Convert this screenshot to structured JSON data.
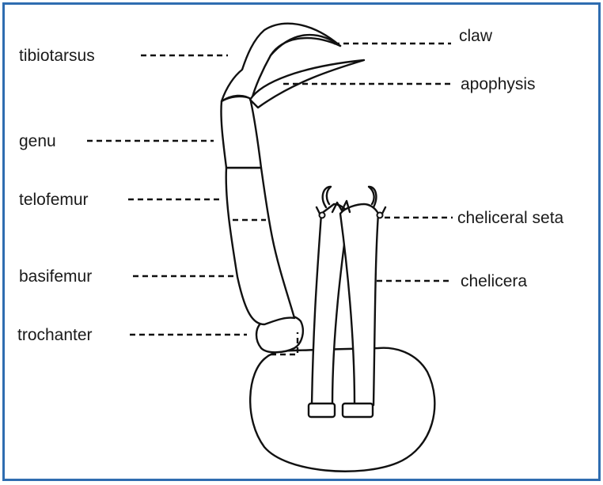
{
  "colors": {
    "frame": "#2f6db0",
    "ink": "#111111"
  },
  "labels": {
    "tibiotarsus": "tibiotarsus",
    "genu": "genu",
    "telofemur": "telofemur",
    "basifemur": "basifemur",
    "trochanter": "trochanter",
    "claw": "claw",
    "apophysis": "apophysis",
    "cheliceral_seta": "cheliceral seta",
    "chelicera": "chelicera"
  }
}
